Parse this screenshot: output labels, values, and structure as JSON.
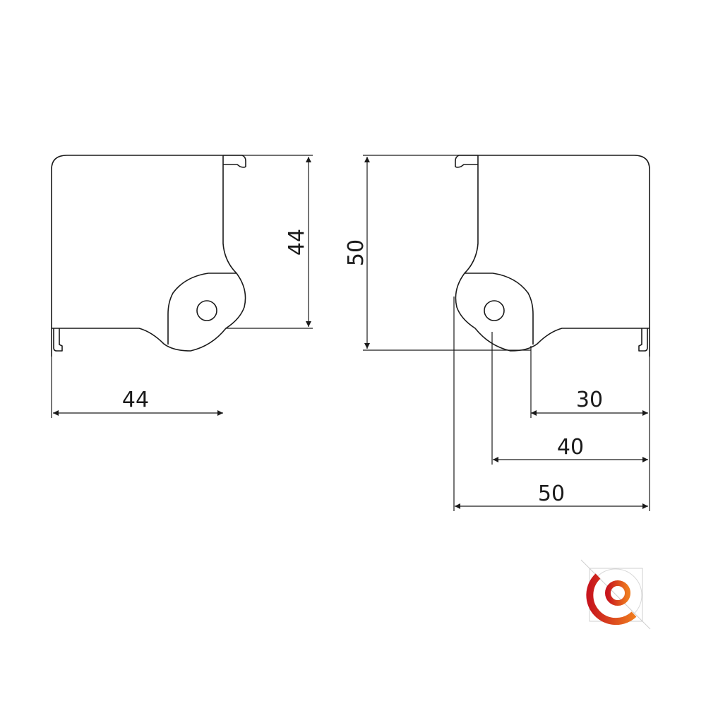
{
  "drawing": {
    "left_view": {
      "height_dim": "44",
      "width_dim": "44"
    },
    "right_view": {
      "height_dim": "50",
      "width_dims": [
        "30",
        "40",
        "50"
      ]
    }
  },
  "logo": {
    "colors": {
      "start": "#c8161d",
      "end": "#ee7a1f"
    },
    "name": "logo-mark"
  }
}
